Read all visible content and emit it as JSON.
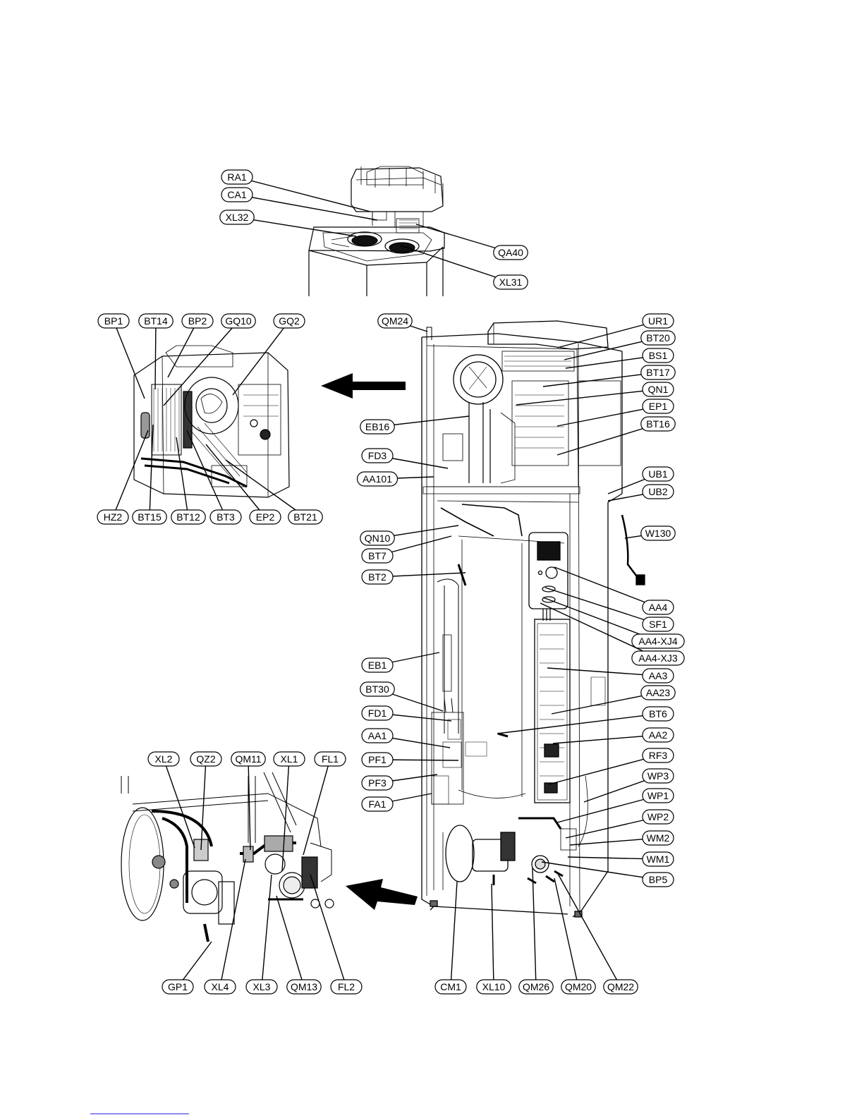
{
  "diagram": {
    "colors": {
      "ink": "#000000",
      "paper": "#ffffff",
      "footer_rule": "#1a1adc"
    },
    "top_view_labels": [
      "RA1",
      "CA1",
      "XL32",
      "QA40",
      "XL31"
    ],
    "cooling_module_labels": [
      "BP1",
      "BT14",
      "BP2",
      "GQ10",
      "GQ2",
      "HZ2",
      "BT15",
      "BT12",
      "BT3",
      "EP2",
      "BT21"
    ],
    "main_unit_labels": [
      "QM24",
      "UR1",
      "BT20",
      "BS1",
      "BT17",
      "QN1",
      "EP1",
      "BT16",
      "EB16",
      "FD3",
      "AA101",
      "UB1",
      "UB2",
      "W130",
      "QN10",
      "BT7",
      "BT2",
      "AA4",
      "SF1",
      "AA4-XJ4",
      "AA4-XJ3",
      "EB1",
      "AA3",
      "BT30",
      "AA23",
      "FD1",
      "BT6",
      "AA1",
      "AA2",
      "PF1",
      "RF3",
      "PF3",
      "WP3",
      "FA1",
      "WP1",
      "WP2",
      "WM2",
      "WM1",
      "BP5",
      "CM1",
      "XL10",
      "QM26",
      "QM20",
      "QM22"
    ],
    "pipe_module_labels": [
      "XL2",
      "QZ2",
      "QM11",
      "XL1",
      "FL1",
      "GP1",
      "XL4",
      "XL3",
      "QM13",
      "FL2"
    ],
    "arrows": [
      "arrow-to-cooling-module",
      "arrow-to-pipe-module"
    ]
  }
}
